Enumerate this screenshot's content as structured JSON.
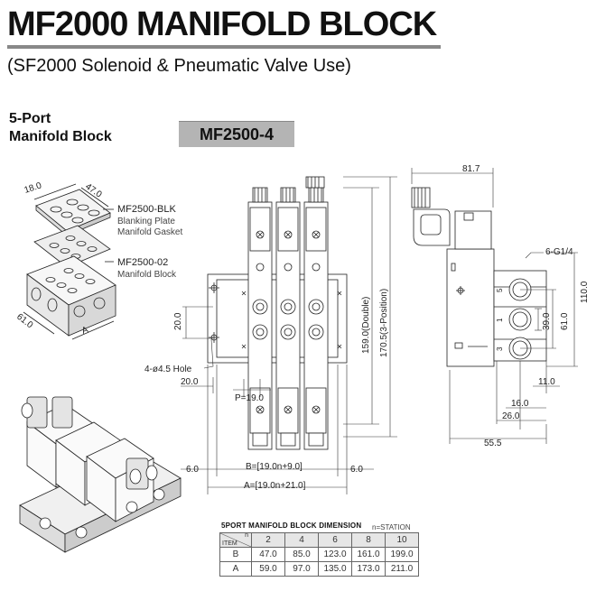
{
  "header": {
    "title": "MF2000 MANIFOLD BLOCK",
    "subtitle": "(SF2000 Solenoid & Pneumatic Valve Use)"
  },
  "section": {
    "line1": "5-Port",
    "line2": "Manifold Block",
    "model": "MF2500-4"
  },
  "parts": {
    "blk_code": "MF2500-BLK",
    "blk_desc1": "Blanking Plate",
    "blk_desc2": "Manifold Gasket",
    "block_code": "MF2500-02",
    "block_desc": "Manifold Block"
  },
  "dims": {
    "iso_18": "18.0",
    "iso_47": "47.0",
    "iso_61": "61.0",
    "iso_A": "A",
    "front_20a": "20.0",
    "front_hole": "4-ø4.5 Hole",
    "front_20b": "20.0",
    "front_pitch": "P=19.0",
    "front_159": "159.0(Double)",
    "front_1705": "170.5(3-Position)",
    "front_6a": "6.0",
    "front_6b": "6.0",
    "front_B": "B=[19.0n+9.0]",
    "front_A": "A=[19.0n+21.0]",
    "side_817": "81.7",
    "side_port": "6-G1/4",
    "side_110": "110.0",
    "side_39": "39.0",
    "side_61": "61.0",
    "side_11": "11.0",
    "side_16": "16.0",
    "side_26": "26.0",
    "side_555": "55.5",
    "port_5": "5",
    "port_1": "1",
    "port_3": "3"
  },
  "table": {
    "title": "5PORT MANIFOLD BLOCK DIMENSION",
    "note": "n=STATION",
    "item_label": "ITEM",
    "n_label": "n",
    "stations": [
      "2",
      "4",
      "6",
      "8",
      "10"
    ],
    "rows": [
      {
        "item": "B",
        "values": [
          "47.0",
          "85.0",
          "123.0",
          "161.0",
          "199.0"
        ]
      },
      {
        "item": "A",
        "values": [
          "59.0",
          "97.0",
          "135.0",
          "173.0",
          "211.0"
        ]
      }
    ]
  }
}
